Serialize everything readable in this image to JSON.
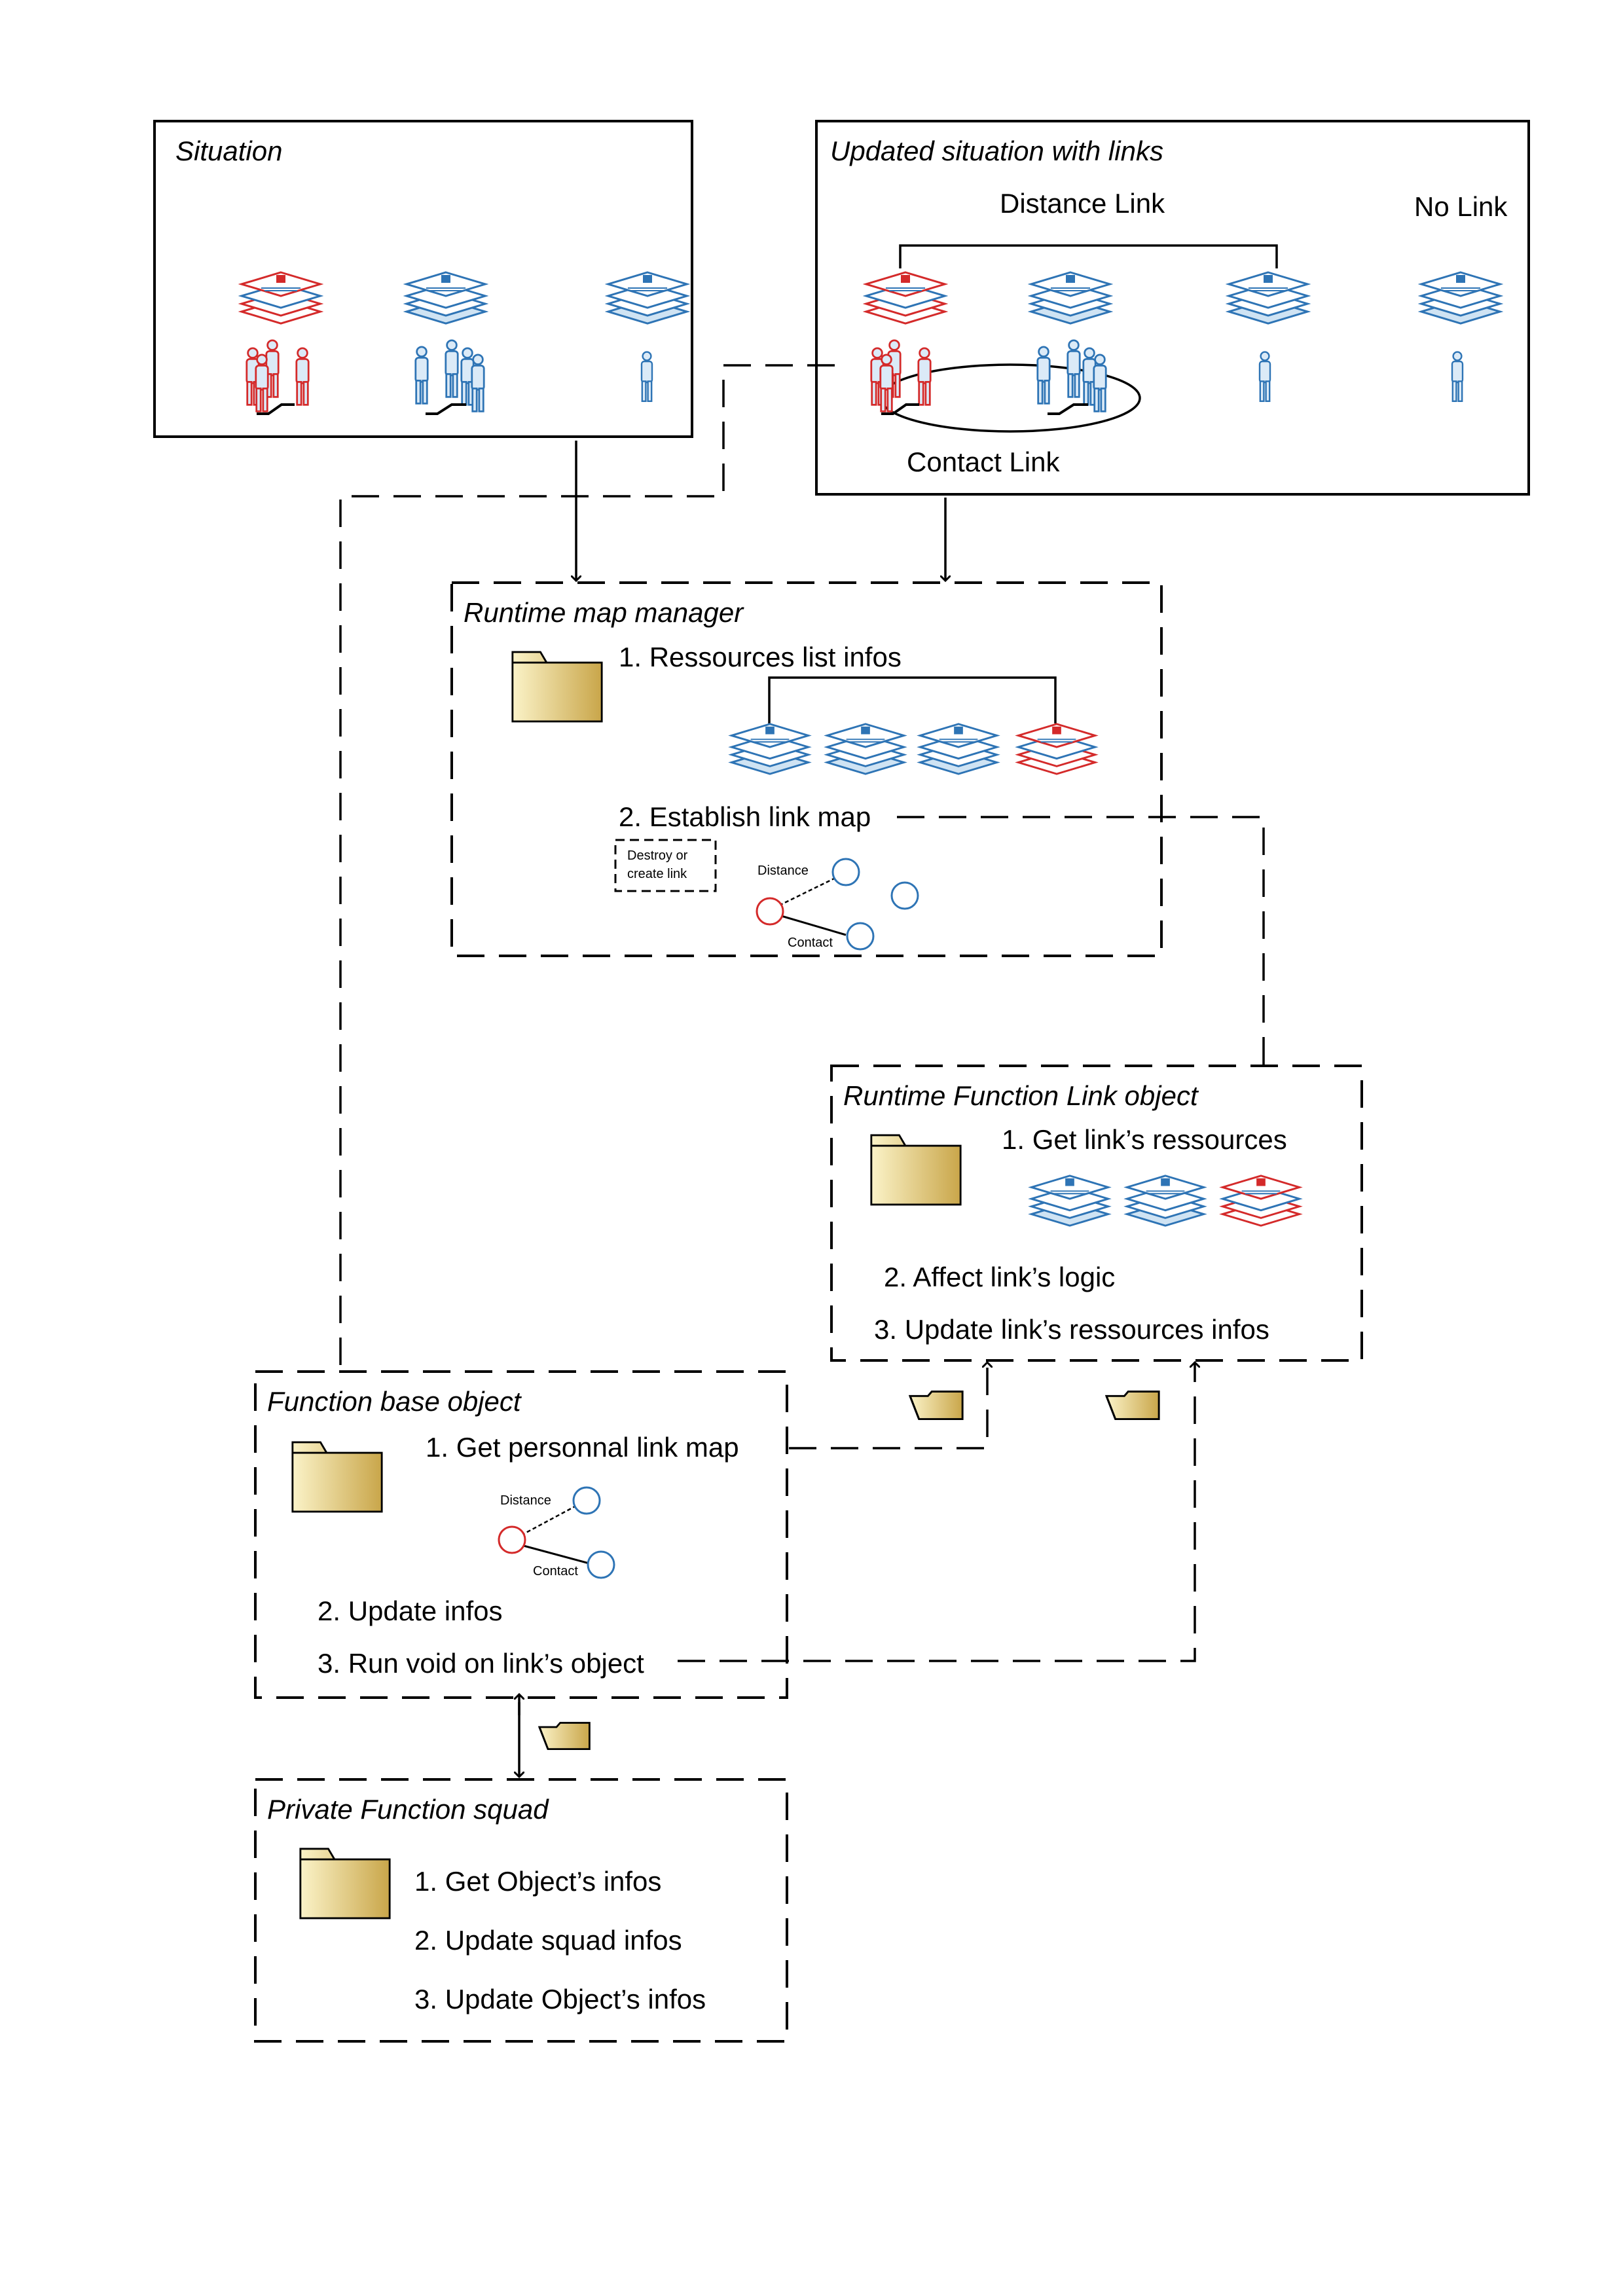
{
  "situation": {
    "title": "Situation"
  },
  "updated": {
    "title": "Updated situation with links",
    "distance_link": "Distance Link",
    "no_link": "No Link",
    "contact_link": "Contact Link"
  },
  "runtime_map": {
    "title": "Runtime map manager",
    "step1": "1. Ressources list infos",
    "step2": "2. Establish link map",
    "destroy_line1": "Destroy or",
    "destroy_line2": "create link",
    "distance": "Distance",
    "contact": "Contact"
  },
  "runtime_link": {
    "title": "Runtime Function Link object",
    "step1": "1. Get link’s ressources",
    "step2": "2. Affect link’s logic",
    "step3": "3. Update link’s ressources infos"
  },
  "function_base": {
    "title": "Function base object",
    "step1": "1. Get personnal link map",
    "step2": "2. Update infos",
    "step3": "3. Run void on link’s object",
    "distance": "Distance",
    "contact": "Contact"
  },
  "squad": {
    "title": "Private Function squad",
    "step1": "1. Get Object’s infos",
    "step2": "2. Update squad infos",
    "step3": "3. Update Object’s infos"
  },
  "colors": {
    "blue": "#2e74b5",
    "red": "#d42a2a",
    "folder": "#c9a64a"
  }
}
